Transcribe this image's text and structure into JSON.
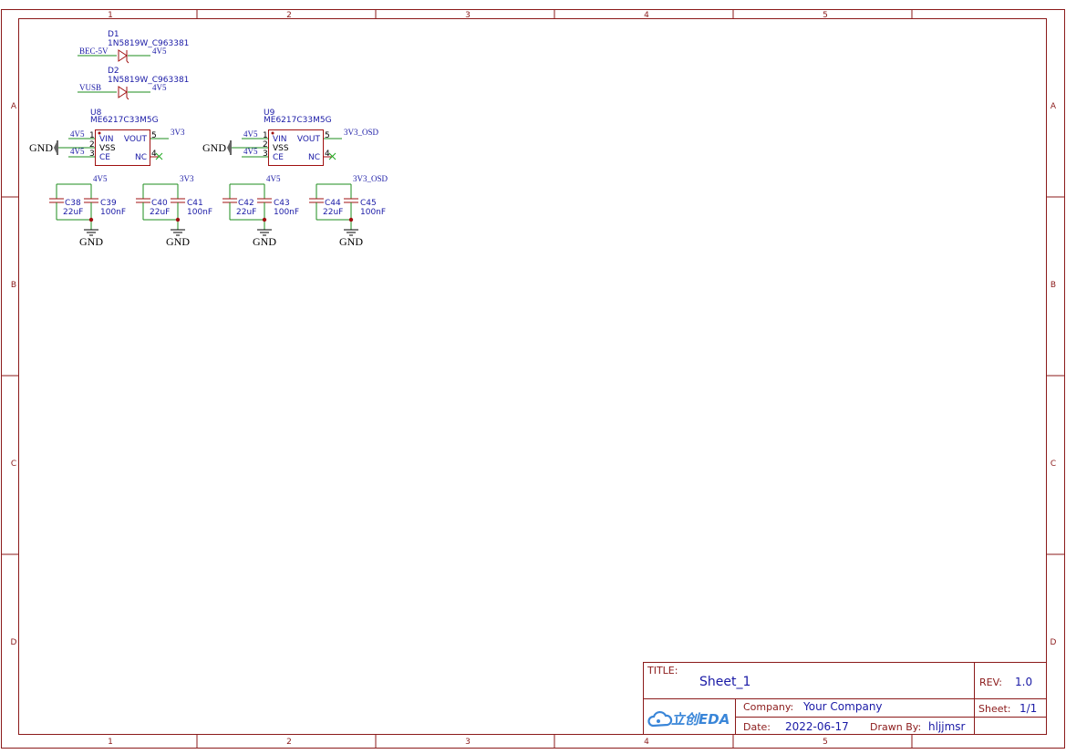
{
  "frame": {
    "columns": [
      "1",
      "2",
      "3",
      "4",
      "5"
    ],
    "rows": [
      "A",
      "B",
      "C",
      "D"
    ]
  },
  "diodes": [
    {
      "ref": "D1",
      "value": "1N5819W_C963381",
      "in_net": "BEC-5V",
      "out_net": "4V5"
    },
    {
      "ref": "D2",
      "value": "1N5819W_C963381",
      "in_net": "VUSB",
      "out_net": "4V5"
    }
  ],
  "regulators": [
    {
      "ref": "U8",
      "value": "ME6217C33M5G",
      "pins_left": [
        {
          "num": "1",
          "name": "VIN",
          "net": "4V5"
        },
        {
          "num": "2",
          "name": "VSS",
          "net": ""
        },
        {
          "num": "3",
          "name": "CE",
          "net": "4V5"
        }
      ],
      "pins_right": [
        {
          "num": "5",
          "name": "VOUT",
          "net": "3V3"
        },
        {
          "num": "4",
          "name": "NC",
          "net": ""
        }
      ],
      "gnd_label": "GND"
    },
    {
      "ref": "U9",
      "value": "ME6217C33M5G",
      "pins_left": [
        {
          "num": "1",
          "name": "VIN",
          "net": "4V5"
        },
        {
          "num": "2",
          "name": "VSS",
          "net": ""
        },
        {
          "num": "3",
          "name": "CE",
          "net": "4V5"
        }
      ],
      "pins_right": [
        {
          "num": "5",
          "name": "VOUT",
          "net": "3V3_OSD"
        },
        {
          "num": "4",
          "name": "NC",
          "net": ""
        }
      ],
      "gnd_label": "GND"
    }
  ],
  "cap_groups": [
    {
      "net": "4V5",
      "gnd": "GND",
      "caps": [
        {
          "ref": "C38",
          "value": "22uF"
        },
        {
          "ref": "C39",
          "value": "100nF"
        }
      ]
    },
    {
      "net": "3V3",
      "gnd": "GND",
      "caps": [
        {
          "ref": "C40",
          "value": "22uF"
        },
        {
          "ref": "C41",
          "value": "100nF"
        }
      ]
    },
    {
      "net": "4V5",
      "gnd": "GND",
      "caps": [
        {
          "ref": "C42",
          "value": "22uF"
        },
        {
          "ref": "C43",
          "value": "100nF"
        }
      ]
    },
    {
      "net": "3V3_OSD",
      "gnd": "GND",
      "caps": [
        {
          "ref": "C44",
          "value": "22uF"
        },
        {
          "ref": "C45",
          "value": "100nF"
        }
      ]
    }
  ],
  "title_block": {
    "title_label": "TITLE:",
    "title": "Sheet_1",
    "rev_label": "REV:",
    "rev": "1.0",
    "company_label": "Company:",
    "company": "Your Company",
    "sheet_label": "Sheet:",
    "sheet": "1/1",
    "date_label": "Date:",
    "date": "2022-06-17",
    "drawn_label": "Drawn By:",
    "drawn_by": "hljjmsr",
    "logo_text": "立创EDA"
  },
  "colors": {
    "frame": "#8b1a1a",
    "wire": "#1e8c1e",
    "symbol": "#a01010",
    "net_label": "#1a1aa6",
    "logo": "#3a86d8"
  }
}
